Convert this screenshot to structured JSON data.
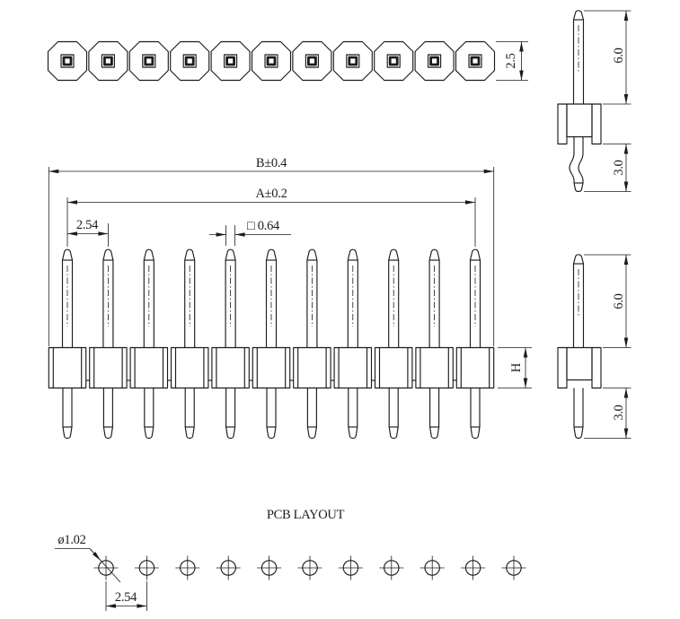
{
  "colors": {
    "line": "#1c1c1c",
    "background": "#ffffff"
  },
  "top_view": {
    "pin_count": 11,
    "height_label": "2.5"
  },
  "front_view": {
    "pin_count": 11,
    "overall_label": "B±0.4",
    "span_label": "A±0.2",
    "pitch_label": "2.54",
    "pin_size_label": "□ 0.64",
    "housing_height_label": "H"
  },
  "side_view_top": {
    "pin_length_label": "6.0",
    "tail_length_label": "3.0"
  },
  "side_view_middle": {
    "pin_length_label": "6.0",
    "tail_length_label": "3.0"
  },
  "pcb_layout": {
    "title": "PCB LAYOUT",
    "hole_count": 11,
    "hole_diameter_label": "ø1.02",
    "pitch_label": "2.54"
  }
}
